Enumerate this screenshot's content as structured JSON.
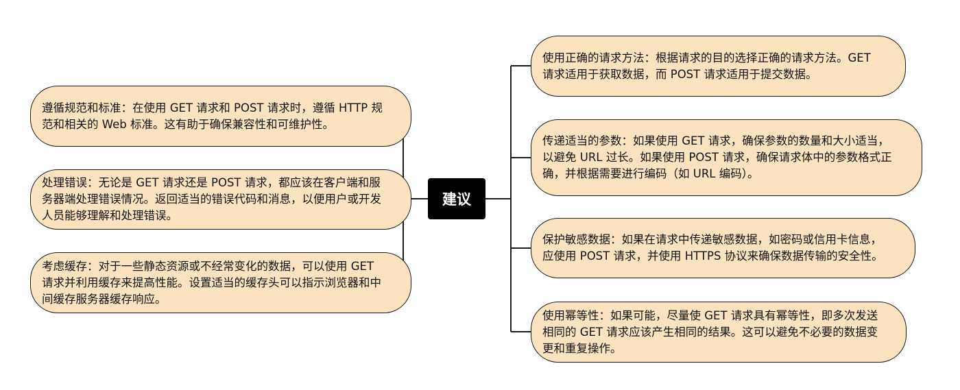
{
  "center": {
    "label": "建议"
  },
  "left_nodes": [
    {
      "text": "遵循规范和标准：在使用 GET 请求和 POST 请求时，遵循 HTTP 规范和相关的 Web 标准。这有助于确保兼容性和可维护性。"
    },
    {
      "text": "处理错误：无论是 GET 请求还是 POST 请求，都应该在客户端和服务器端处理错误情况。返回适当的错误代码和消息，以便用户或开发人员能够理解和处理错误。"
    },
    {
      "text": "考虑缓存：对于一些静态资源或不经常变化的数据，可以使用 GET 请求并利用缓存来提高性能。设置适当的缓存头可以指示浏览器和中间缓存服务器缓存响应。"
    }
  ],
  "right_nodes": [
    {
      "text": "使用正确的请求方法：根据请求的目的选择正确的请求方法。GET 请求适用于获取数据，而 POST 请求适用于提交数据。"
    },
    {
      "text": "传递适当的参数：如果使用 GET 请求，确保参数的数量和大小适当，以避免 URL 过长。如果使用 POST 请求，确保请求体中的参数格式正确，并根据需要进行编码（如 URL 编码）。"
    },
    {
      "text": "保护敏感数据：如果在请求中传递敏感数据，如密码或信用卡信息，应使用 POST 请求，并使用 HTTPS 协议来确保数据传输的安全性。"
    },
    {
      "text": "使用幂等性：如果可能，尽量使 GET 请求具有幂等性，即多次发送相同的 GET 请求应该产生相同的结果。这可以避免不必要的数据变更和重复操作。"
    }
  ],
  "colors": {
    "node_fill": "#fce3c0",
    "node_border": "#1a1a1a",
    "center_fill": "#000000",
    "center_text": "#ffffff",
    "connector": "#1a1a1a"
  }
}
